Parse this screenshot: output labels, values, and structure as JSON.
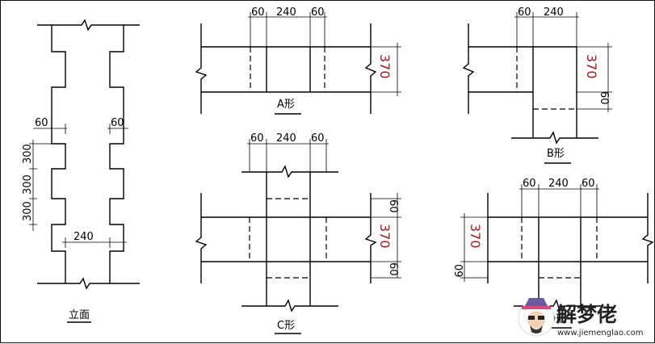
{
  "elevation": {
    "caption": "立面",
    "dims": {
      "left": "60",
      "right": "60",
      "bottom": "240",
      "v1": "300",
      "v2": "300",
      "v3": "300"
    }
  },
  "type_a": {
    "caption": "A形",
    "d1": "60",
    "d2": "240",
    "d3": "60",
    "thickness": "370"
  },
  "type_b": {
    "caption": "B形",
    "d1": "60",
    "d2": "240",
    "thickness": "370",
    "d4": "60"
  },
  "type_c": {
    "caption": "C形",
    "d1": "60",
    "d2": "240",
    "d3": "60",
    "top": "60",
    "thickness": "370",
    "bottom": "60"
  },
  "type_d": {
    "caption": "D形",
    "d1": "60",
    "d2": "240",
    "d3": "60",
    "thickness": "370",
    "bottom": "60"
  },
  "watermark": {
    "name": "解梦佬",
    "url": "www.jiemenglao.com"
  }
}
